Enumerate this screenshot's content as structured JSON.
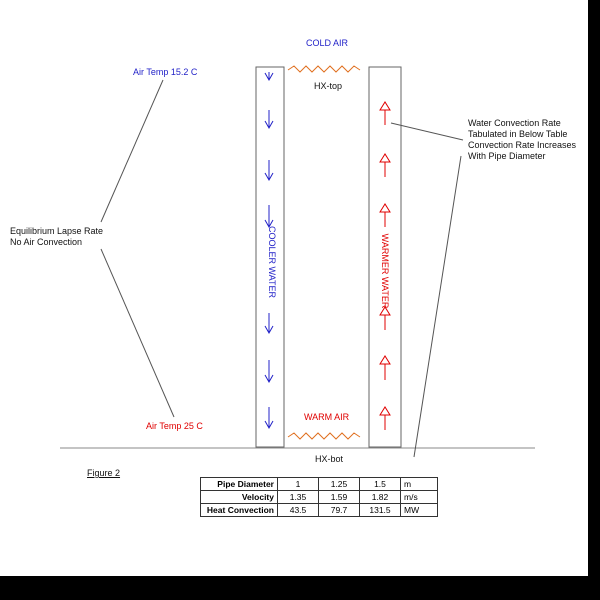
{
  "labels": {
    "cold_air": "COLD AIR",
    "hx_top": "HX-top",
    "air_temp_top": "Air Temp 15.2 C",
    "air_temp_bottom": "Air Temp 25 C",
    "warm_air": "WARM AIR",
    "hx_bot": "HX-bot",
    "figure": "Figure 2",
    "cooler_water": "COOLER WATER",
    "warmer_water": "WARMER WATER",
    "lapse_line1": "Equilibrium Lapse Rate",
    "lapse_line2": "No Air Convection",
    "conv_line1": "Water Convection Rate",
    "conv_line2": "Tabulated in Below Table",
    "conv_line3": "Convection Rate Increases",
    "conv_line4": "With Pipe Diameter"
  },
  "table": {
    "rows": [
      {
        "label": "Pipe Diameter",
        "values": [
          "1",
          "1.25",
          "1.5"
        ],
        "unit": "m"
      },
      {
        "label": "Velocity",
        "values": [
          "1.35",
          "1.59",
          "1.82"
        ],
        "unit": "m/s"
      },
      {
        "label": "Heat Convection",
        "values": [
          "43.5",
          "79.7",
          "131.5"
        ],
        "unit": "MW"
      }
    ]
  },
  "colors": {
    "cool": "#2323c8",
    "warm": "#e00000",
    "heat_exchanger": "#e07020",
    "lines": "#555555"
  }
}
